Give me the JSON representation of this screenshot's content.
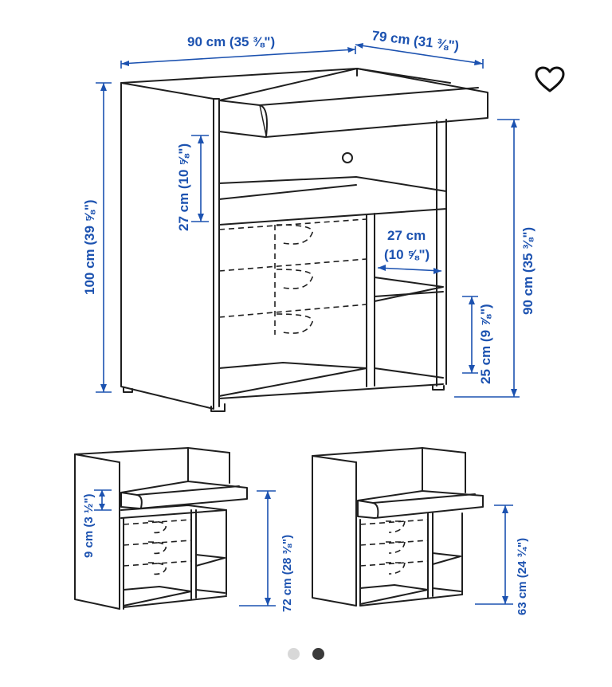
{
  "labels": {
    "width_total": "90 cm (35 ⅜\")",
    "depth_total": "79 cm (31 ⅜\")",
    "height_total": "100 cm (39 ⅝\")",
    "height_top": "90 cm (35 ⅜\")",
    "shelf_upper": "27 cm (10 ⅝\")",
    "shelf_width_line1": "27 cm",
    "shelf_width_line2": "(10 ⅝\")",
    "shelf_right": "25 cm (9 ⅞\")",
    "rail_height": "9 cm (3 ½\")",
    "height_raised": "72 cm (28 ⅜\")",
    "height_lowered": "63 cm (24 ¾\")"
  },
  "icons": {
    "favorite": "heart-outline-icon"
  },
  "carousel": {
    "count": 2,
    "active_index": 2
  },
  "colors": {
    "dimension": "#1c52b0",
    "line": "#1f1f1f",
    "dot_active": "#3a3a3a",
    "dot_inactive": "#d8d8d8"
  }
}
